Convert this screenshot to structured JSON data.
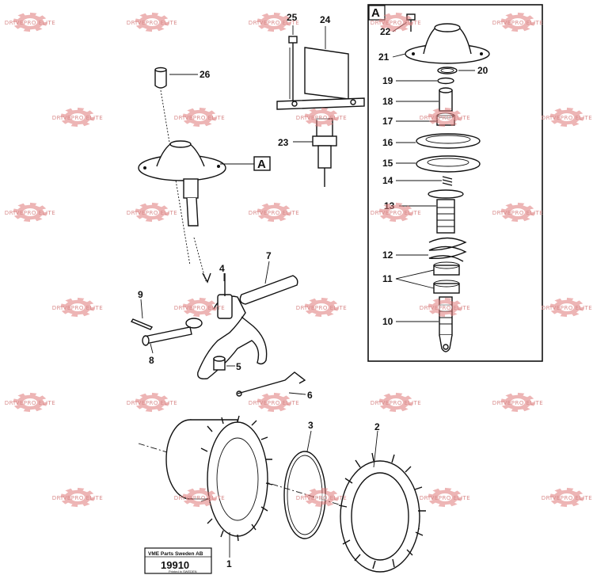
{
  "watermark": {
    "text": "DRIVEPRO ELITE",
    "color": "#e07a7a"
  },
  "parts": {
    "p1": "1",
    "p2": "2",
    "p3": "3",
    "p4": "4",
    "p5": "5",
    "p6": "6",
    "p7": "7",
    "p8": "8",
    "p9": "9",
    "p10": "10",
    "p11": "11",
    "p12": "12",
    "p13": "13",
    "p14": "14",
    "p15": "15",
    "p16": "16",
    "p17": "17",
    "p18": "18",
    "p19": "19",
    "p20": "20",
    "p21": "21",
    "p22": "22",
    "p23": "23",
    "p24": "24",
    "p25": "25",
    "p26": "26"
  },
  "detail_ref": "A",
  "stamp": {
    "company": "VME Parts Sweden AB",
    "number": "19910",
    "footer": "Printed in SWEDEN"
  }
}
